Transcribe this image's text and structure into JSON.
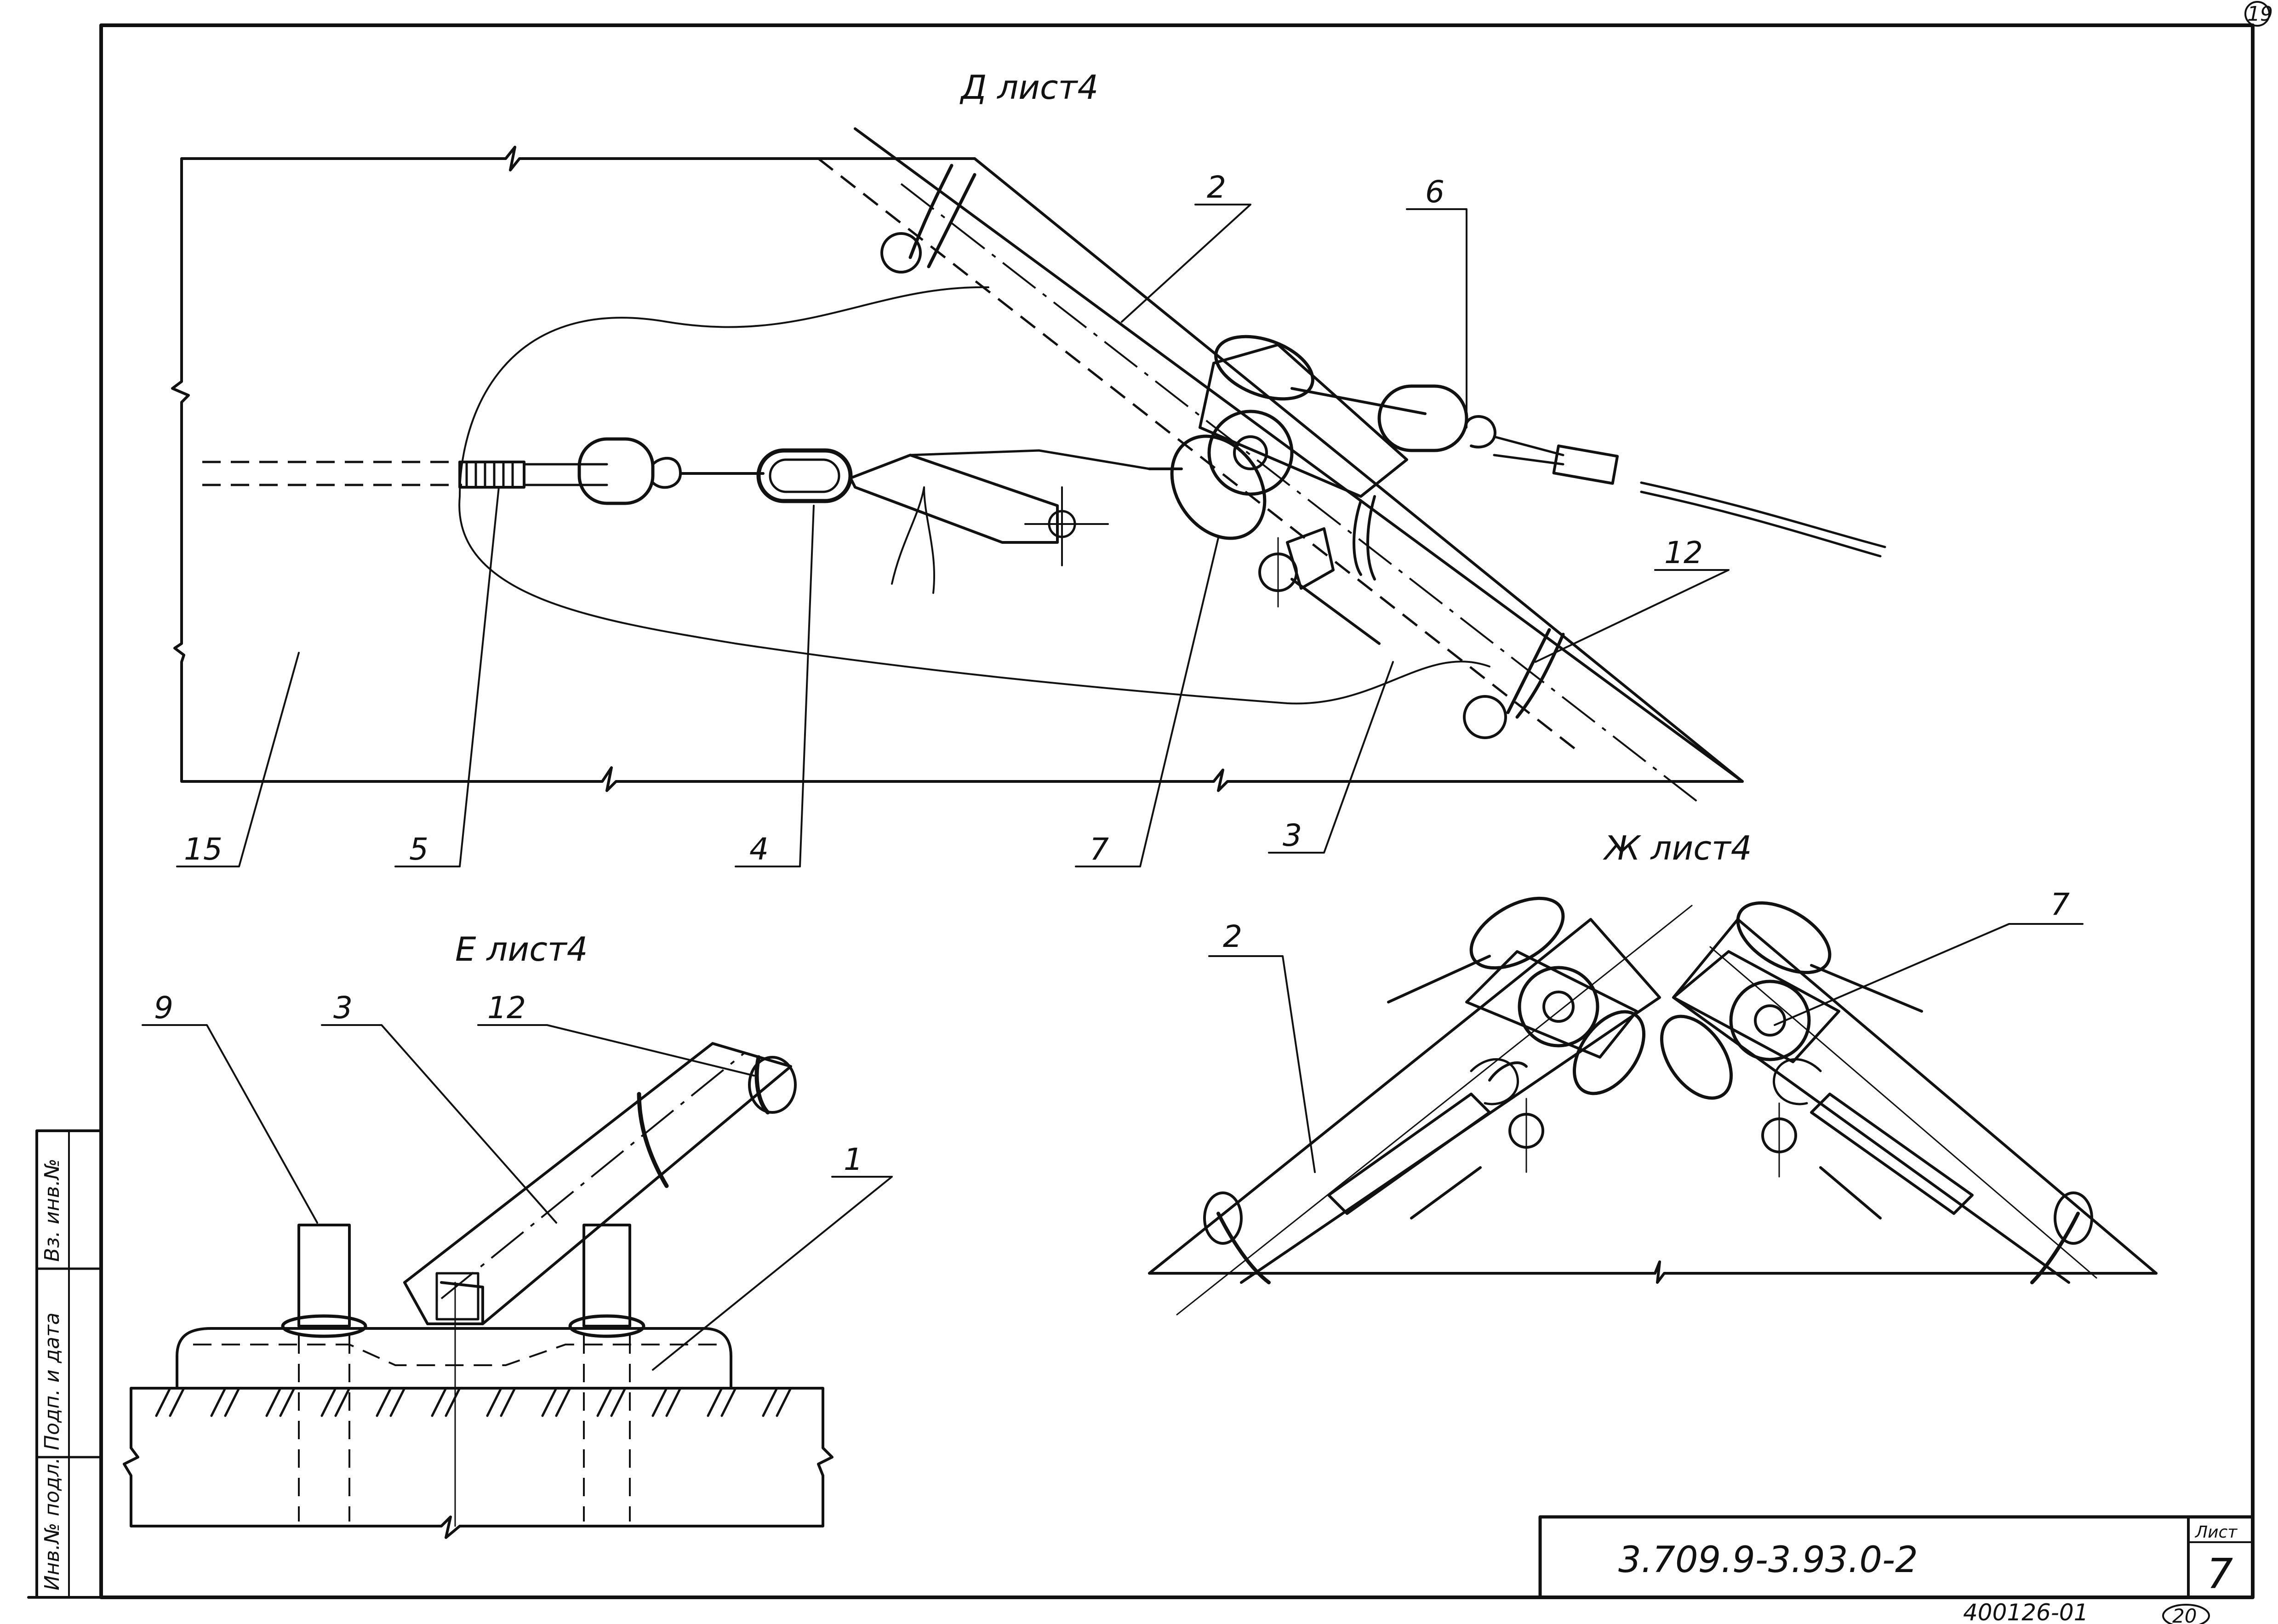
{
  "sheet": {
    "page_number_top": "19",
    "page_number_bottom": "20",
    "archive_number": "400126-01",
    "designation": "3.709.9-3.93.0-2",
    "sheet_label": "Лист",
    "sheet_number": "7"
  },
  "side_stamp": {
    "inv_no_orig": "Инв.№ подл.",
    "sign_date": "Подп. и дата",
    "inv_no_repl": "Вз. инв.№"
  },
  "views": {
    "view_d": {
      "title": "Д лист4",
      "callouts": [
        "2",
        "6",
        "12",
        "15",
        "5",
        "4",
        "7",
        "3"
      ]
    },
    "view_e": {
      "title": "Е лист4",
      "callouts": [
        "9",
        "3",
        "12",
        "1"
      ]
    },
    "view_zh": {
      "title": "Ж лист4",
      "callouts": [
        "2",
        "7"
      ]
    }
  }
}
